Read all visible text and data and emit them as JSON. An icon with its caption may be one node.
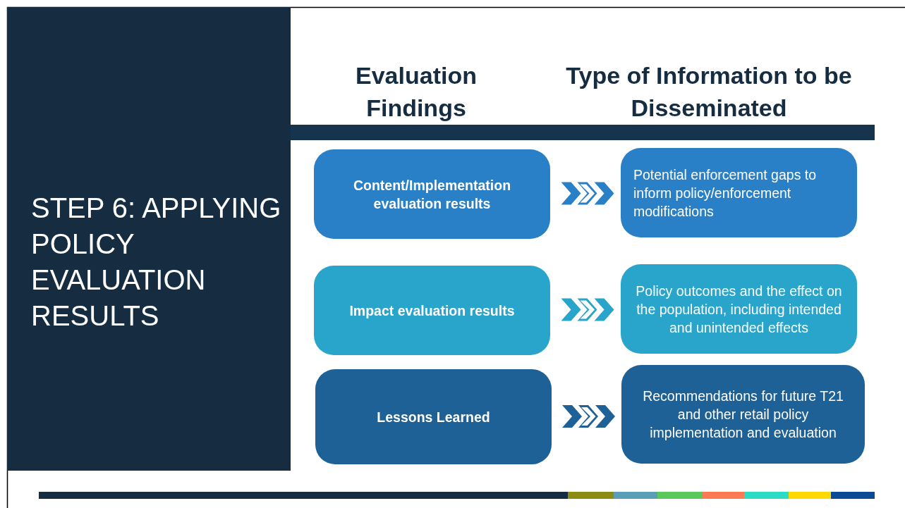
{
  "diagram": {
    "title": "STEP 6: APPLYING POLICY EVALUATION RESULTS",
    "nodes": [
      {
        "text": [
          "Content/Implementation evaluation results"
        ]
      },
      {
        "text": [
          "Potential enforcement gaps to inform policy/enforcement modifications"
        ]
      },
      {
        "text": [
          "Impact evaluation results"
        ]
      },
      {
        "text": [
          "Policy outcomes and the effect on the population, including intended and unintended effects"
        ]
      },
      {
        "text": [
          "Lessons Learned"
        ]
      },
      {
        "text": [
          "Recommendations for future T21 and other retail policy implementation and evaluation"
        ]
      }
    ],
    "edges": [
      {
        "from": 0,
        "to": 1,
        "arrow": "to",
        "color": "#2a80c6"
      },
      {
        "from": 2,
        "to": 3,
        "arrow": "to",
        "color": "#29a4ca"
      },
      {
        "from": 4,
        "to": 5,
        "arrow": "to",
        "color": "#1e6196"
      }
    ],
    "labels": [
      "Evaluation Findings",
      "Type of Information to be Disseminated"
    ]
  }
}
